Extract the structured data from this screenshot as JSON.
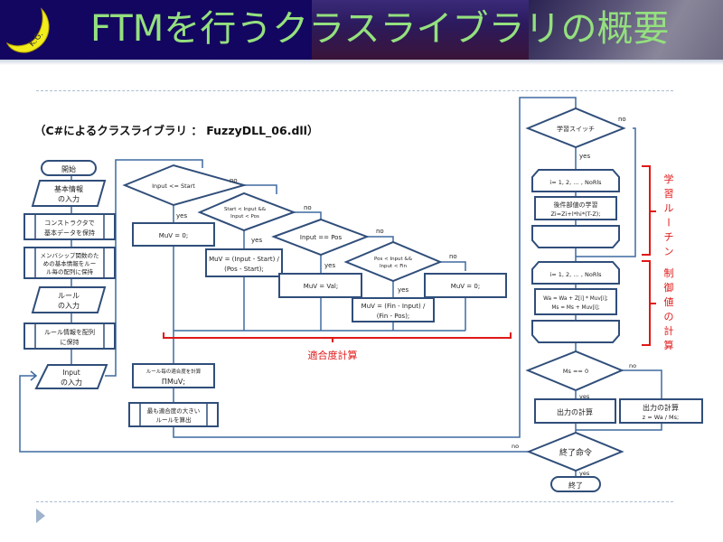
{
  "header": {
    "title": "FTMを行うクラスライブラリの概要",
    "logo_text": "K.G.",
    "logo_icon": "crescent-moon-icon"
  },
  "subtitle": "（C#によるクラスライブラリ ： FuzzyDLL_06.dll）",
  "colors": {
    "title_text": "#94e07e",
    "header_bg": "#130660",
    "shape_stroke": "#304e7a",
    "flow_line": "#3f6aa0",
    "annotation_red": "#e01818"
  },
  "flowchart": {
    "left_column": {
      "start": "開始",
      "basic_info_input": [
        "基本情報",
        "の入力"
      ],
      "constructor": [
        "コンストラクタで",
        "基本データを保持"
      ],
      "membership": [
        "メンバシップ関数のた",
        "めの基本情報をルー",
        "ル毎の配列に保持"
      ],
      "rule_input": [
        "ルール",
        "の入力"
      ],
      "rule_store": [
        "ルール情報を配列",
        "に保持"
      ],
      "input_input": [
        "Input",
        "の入力"
      ]
    },
    "fitness": {
      "d1": "Input <= Start",
      "d2": [
        "Start < Input &&",
        "Input < Pos"
      ],
      "d3": "Input == Pos",
      "d4": [
        "Pos < Input &&",
        "Input < Fin"
      ],
      "p1": "MuV = 0;",
      "p2": [
        "MuV = (Input - Start) /",
        "(Pos - Start);"
      ],
      "p3": "MuV = Val;",
      "p4": [
        "MuV = (Fin - Input) /",
        "(Fin - Pos);"
      ],
      "p5": "MuV = 0;",
      "bracket_label": "適合度計算",
      "rule_fitness": [
        "ルール毎の適合度を計算",
        "ΠMuV;"
      ],
      "max_rule": [
        "最も適合度の大きい",
        "ルールを算出"
      ]
    },
    "right_column": {
      "learn_switch": "学習スイッチ",
      "loop1_start": "i= 1, 2, … , NoRls",
      "learn_process": [
        "後件部値の学習",
        "Zi=Zi+l*hi*(T-Z);"
      ],
      "loop2_start": "i= 1, 2, … , NoRls",
      "control_process": [
        "Wa = Wa + Z[i] * Muv[i];",
        "Ms = Ms + Muv[i];"
      ],
      "ms_check": "Ms == 0",
      "output_calc_yes": "出力の計算",
      "output_calc_no": [
        "出力の計算",
        "z = Wa / Ms;"
      ],
      "end_command": "終了命令",
      "end": "終了",
      "learning_routine_label": [
        "学",
        "習",
        "ル",
        "ー",
        "チ",
        "ン"
      ],
      "control_value_label": [
        "制",
        "御",
        "値",
        "の",
        "計",
        "算"
      ]
    },
    "labels": {
      "yes": "yes",
      "no": "no"
    }
  }
}
